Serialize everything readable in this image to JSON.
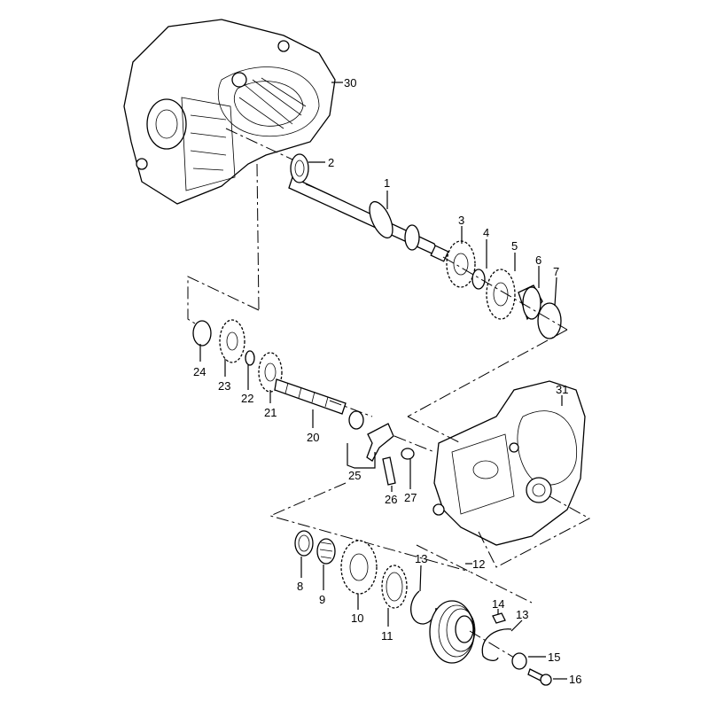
{
  "diagram": {
    "title": "Gearbox exploded parts diagram",
    "callouts": {
      "p1": "1",
      "p2": "2",
      "p3": "3",
      "p4": "4",
      "p5": "5",
      "p6": "6",
      "p7": "7",
      "p8": "8",
      "p9": "9",
      "p10": "10",
      "p11": "11",
      "p12": "12",
      "p13a": "13",
      "p13b": "13",
      "p14": "14",
      "p15": "15",
      "p16": "16",
      "p20": "20",
      "p21": "21",
      "p22": "22",
      "p23": "23",
      "p24": "24",
      "p25": "25",
      "p26": "26",
      "p27": "27",
      "p30": "30",
      "p31": "31"
    }
  }
}
